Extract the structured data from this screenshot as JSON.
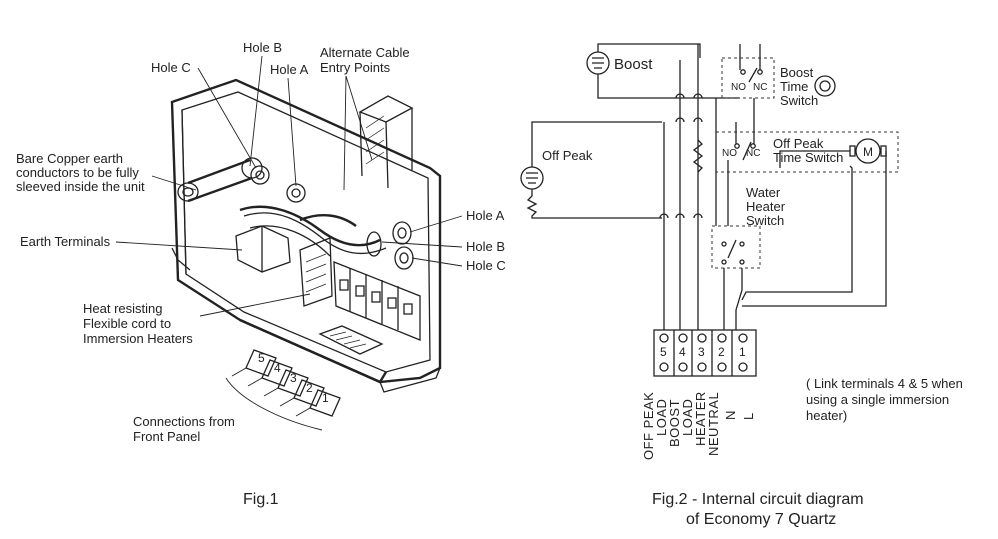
{
  "fig1": {
    "caption": "Fig.1",
    "labels": {
      "hole_b_top": "Hole B",
      "hole_c_top": "Hole C",
      "hole_a_top": "Hole A",
      "alt_cable_1": "Alternate Cable",
      "alt_cable_2": "Entry Points",
      "copper_1": "Bare Copper earth",
      "copper_2": "conductors to be fully",
      "copper_3": "sleeved inside the unit",
      "earth_terminals": "Earth Terminals",
      "heat_1": "Heat resisting",
      "heat_2": "Flexible cord to",
      "heat_3": "Immersion Heaters",
      "conn_1": "Connections from",
      "conn_2": "Front Panel",
      "hole_a_right": "Hole A",
      "hole_b_right": "Hole B",
      "hole_c_right": "Hole C"
    },
    "plug_numbers": [
      "5",
      "4",
      "3",
      "2",
      "1"
    ]
  },
  "fig2": {
    "caption_1": "Fig.2 - Internal circuit diagram",
    "caption_2": "of Economy 7 Quartz",
    "boost": "Boost",
    "boost_switch_1": "Boost",
    "boost_switch_2": "Time",
    "boost_switch_3": "Switch",
    "off_peak": "Off Peak",
    "offpeak_switch_1": "Off Peak",
    "offpeak_switch_2": "Time Switch",
    "water_1": "Water",
    "water_2": "Heater",
    "water_3": "Switch",
    "no": "NO",
    "nc": "NC",
    "motor": "M",
    "terminals": [
      "5",
      "4",
      "3",
      "2",
      "1"
    ],
    "terminal_labels": [
      "OFF PEAK",
      "LOAD",
      "BOOST",
      "LOAD",
      "HEATER",
      "NEUTRAL",
      "N",
      "L"
    ],
    "note_1": "( Link terminals 4 & 5 when",
    "note_2": "using a single immersion",
    "note_3": "heater)"
  }
}
